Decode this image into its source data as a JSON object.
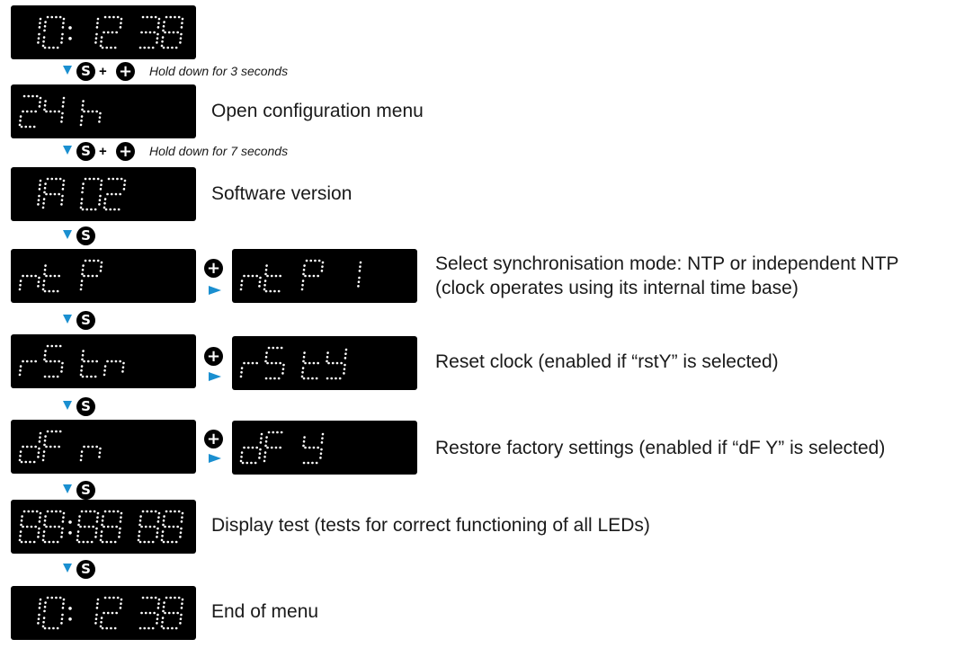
{
  "steps": {
    "time_start": {
      "display": "10:12 38"
    },
    "mode_24h": {
      "display": "24 h",
      "label": "Open configuration menu"
    },
    "software": {
      "display": "1A 02",
      "label": "Software version"
    },
    "sync": {
      "display_a": "nt P",
      "display_b": "nt P I",
      "label_line1": "Select synchronisation mode: NTP or independent NTP",
      "label_line2": "(clock operates using its internal time base)"
    },
    "reset": {
      "display_a": "rS tn",
      "display_b": "rS tY",
      "label": "Reset clock (enabled if “rstY” is selected)"
    },
    "factory": {
      "display_a": "dF n",
      "display_b": "dF Y",
      "label": "Restore factory settings (enabled if “dF Y” is selected)"
    },
    "display_test": {
      "display": "88:88 88",
      "label": "Display test (tests for correct functioning of all LEDs)"
    },
    "end": {
      "display": "10:12 38",
      "label": "End of menu"
    }
  },
  "instructions": {
    "hold_3": "Hold down for 3 seconds",
    "hold_7": "Hold down for 7 seconds"
  },
  "buttons": {
    "s": "S",
    "plus": "+"
  },
  "colors": {
    "arrow": "#1a8fd0",
    "display_bg": "#000000",
    "led": "#ffffff"
  }
}
